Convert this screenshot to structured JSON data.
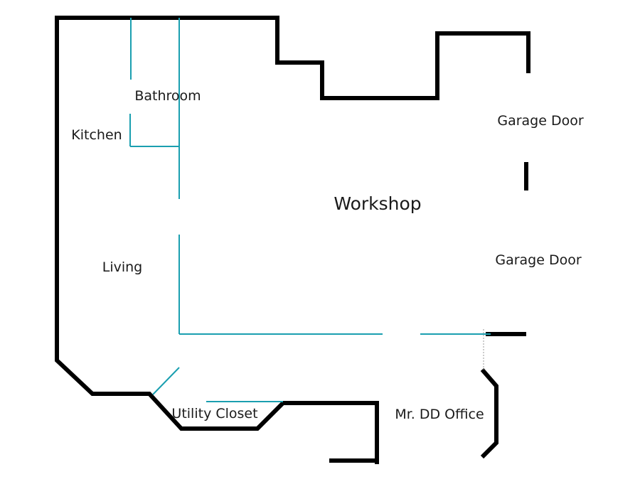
{
  "labels": {
    "bathroom": "Bathroom",
    "kitchen": "Kitchen",
    "workshop": "Workshop",
    "garage_door_1": "Garage Door",
    "garage_door_2": "Garage Door",
    "living": "Living",
    "utility_closet": "Utility Closet",
    "office": "Mr. DD Office"
  },
  "colors": {
    "wall": "#000000",
    "partition": "#1a9fb0",
    "background": "#ffffff"
  }
}
